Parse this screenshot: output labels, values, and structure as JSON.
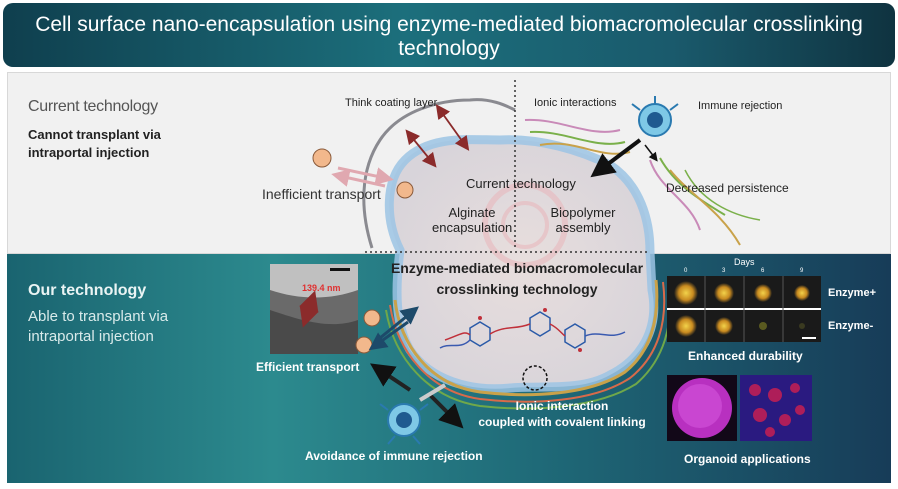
{
  "title": {
    "line1": "Cell surface nano-encapsulation using enzyme-mediated biomacromolecular crosslinking",
    "line2": "technology"
  },
  "current": {
    "heading": "Current technology",
    "subheading_line1": "Cannot transplant via",
    "subheading_line2": "intraportal injection",
    "labels": {
      "thick_coating": "Think coating layer",
      "ionic": "Ionic interactions",
      "immune": "Immune rejection",
      "inefficient": "Inefficient transport",
      "center": "Current technology",
      "persistence": "Decreased persistence",
      "alginate_1": "Alginate",
      "alginate_2": "encapsulation",
      "biopolymer_1": "Biopolymer",
      "biopolymer_2": "assembly"
    }
  },
  "ours": {
    "heading": "Our technology",
    "sub_line1": "Able to transplant via",
    "sub_line2": "intraportal injection",
    "labels": {
      "center_1": "Enzyme-mediated biomacromolecular",
      "center_2": "crosslinking technology",
      "efficient": "Efficient transport",
      "ionic_1": "Ionic interaction",
      "ionic_2": "coupled with covalent linking",
      "avoidance": "Avoidance of immune rejection",
      "durability": "Enhanced durability",
      "organoid": "Organoid applications",
      "tem_measure": "139.4 nm",
      "days": "Days",
      "day_ticks": [
        "0",
        "3",
        "6",
        "9"
      ],
      "enzyme_plus": "Enzyme+",
      "enzyme_minus": "Enzyme-"
    }
  },
  "colors": {
    "title_bg": "#1c6f7c",
    "bottom_bg": "#1f6a78",
    "cell_membrane": "#9cc4e4",
    "particle": "#f2b88c",
    "arrow_dark": "#8b2b2b",
    "organoid_magenta": "#c83cc8"
  }
}
